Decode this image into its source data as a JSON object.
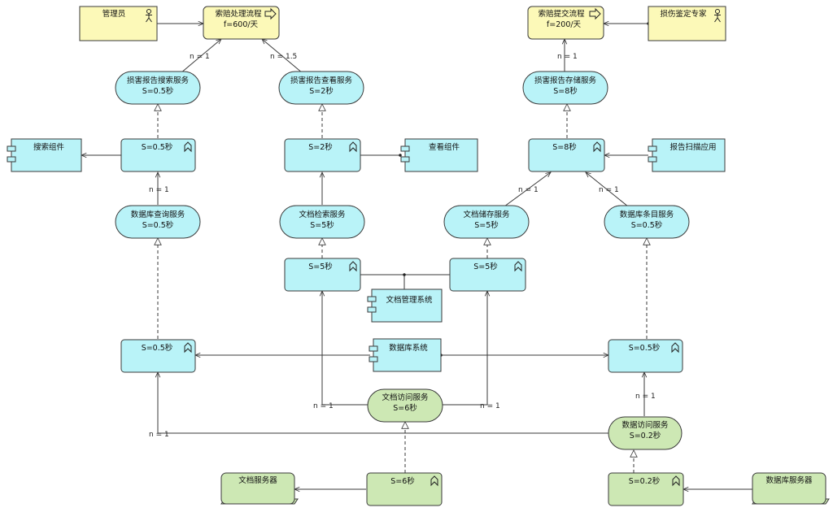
{
  "colors": {
    "business": "#fcf9b8",
    "application": "#b9f3f8",
    "technology": "#cde8b4",
    "stroke": "#3a3a3a"
  },
  "nodes": {
    "admin": {
      "label": "管理员",
      "icon": "actor-icon"
    },
    "claim_process": {
      "label": "索赔处理流程",
      "sub": "f=600/天",
      "icon": "process-arrow-icon"
    },
    "submit_process": {
      "label": "索赔提交流程",
      "sub": "f=200/天",
      "icon": "process-arrow-icon"
    },
    "expert": {
      "label": "损伤鉴定专家",
      "icon": "actor-icon"
    },
    "report_search_service": {
      "label": "损害报告搜索服务",
      "sub": "S=0.5秒"
    },
    "report_view_service": {
      "label": "损害报告查看服务",
      "sub": "S=2秒"
    },
    "report_store_service": {
      "label": "损害报告存储服务",
      "sub": "S=8秒"
    },
    "search_func": {
      "label": "S=0.5秒",
      "icon": "function-icon"
    },
    "view_func": {
      "label": "S=2秒",
      "icon": "function-icon"
    },
    "scan_func": {
      "label": "S=8秒",
      "icon": "function-icon"
    },
    "search_component": {
      "label": "搜索组件",
      "icon": "component-icon"
    },
    "view_component": {
      "label": "查看组件",
      "icon": "component-icon"
    },
    "scan_app": {
      "label": "报告扫描应用",
      "icon": "component-icon"
    },
    "db_query_service": {
      "label": "数据库查询服务",
      "sub": "S=0.5秒"
    },
    "doc_retrieve_service": {
      "label": "文档检索服务",
      "sub": "S=5秒"
    },
    "doc_store_service": {
      "label": "文档储存服务",
      "sub": "S=5秒"
    },
    "db_entry_service": {
      "label": "数据库条目服务",
      "sub": "S=0.5秒"
    },
    "doc_retrieve_func": {
      "label": "S=5秒",
      "icon": "function-icon"
    },
    "doc_store_func": {
      "label": "S=5秒",
      "icon": "function-icon"
    },
    "doc_mgmt_system": {
      "label": "文档管理系统",
      "icon": "component-icon"
    },
    "db_query_func": {
      "label": "S=0.5秒",
      "icon": "function-icon"
    },
    "db_system": {
      "label": "数据库系统",
      "icon": "component-icon"
    },
    "db_entry_func": {
      "label": "S=0.5秒",
      "icon": "function-icon"
    },
    "doc_access_service": {
      "label": "文档访问服务",
      "sub": "S=6秒"
    },
    "db_access_service": {
      "label": "数据访问服务",
      "sub": "S=0.2秒"
    },
    "doc_server": {
      "label": "文档服务器",
      "icon": "node-icon"
    },
    "doc_server_func": {
      "label": "S=6秒",
      "icon": "function-icon"
    },
    "db_server_func": {
      "label": "S=0.2秒",
      "icon": "function-icon"
    },
    "db_server": {
      "label": "数据库服务器",
      "icon": "node-icon"
    }
  },
  "edge_labels": {
    "e1": "n = 1",
    "e2": "n = 1.5",
    "e3": "n = 1",
    "e4": "n = 1",
    "e5": "n = 1",
    "e6": "n = 1",
    "e7": "n = 1",
    "e8": "n = 1",
    "e9": "n = 1",
    "e10": "n = 1"
  }
}
